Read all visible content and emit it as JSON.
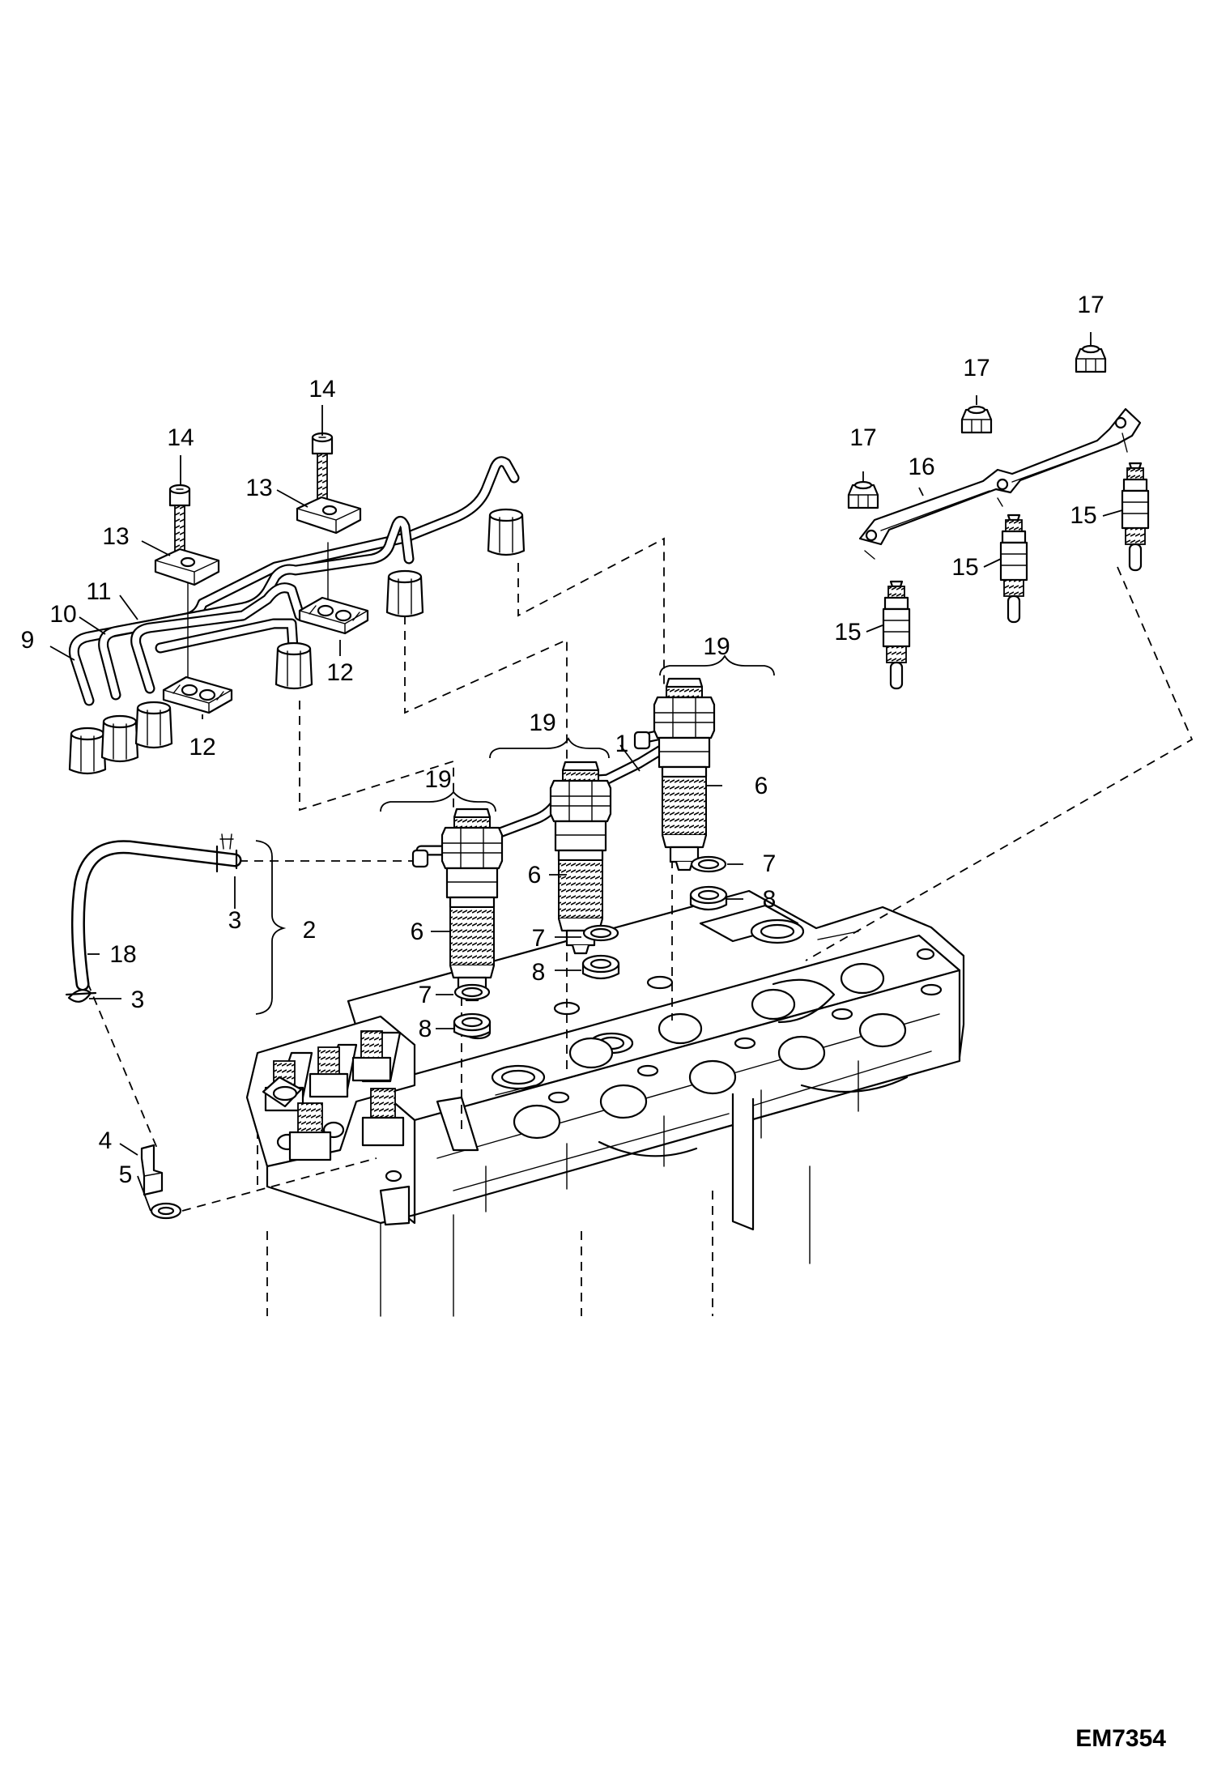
{
  "figure_code": "EM7354",
  "callouts": {
    "c1": "1",
    "c2": "2",
    "c3a": "3",
    "c3b": "3",
    "c4": "4",
    "c5": "5",
    "c6a": "6",
    "c6b": "6",
    "c6c": "6",
    "c7a": "7",
    "c7b": "7",
    "c7c": "7",
    "c8a": "8",
    "c8b": "8",
    "c8c": "8",
    "c9": "9",
    "c10": "10",
    "c11": "11",
    "c12a": "12",
    "c12b": "12",
    "c13a": "13",
    "c13b": "13",
    "c14a": "14",
    "c14b": "14",
    "c15a": "15",
    "c15b": "15",
    "c15c": "15",
    "c16": "16",
    "c17a": "17",
    "c17b": "17",
    "c17c": "17",
    "c18": "18",
    "c19a": "19",
    "c19b": "19",
    "c19c": "19"
  }
}
